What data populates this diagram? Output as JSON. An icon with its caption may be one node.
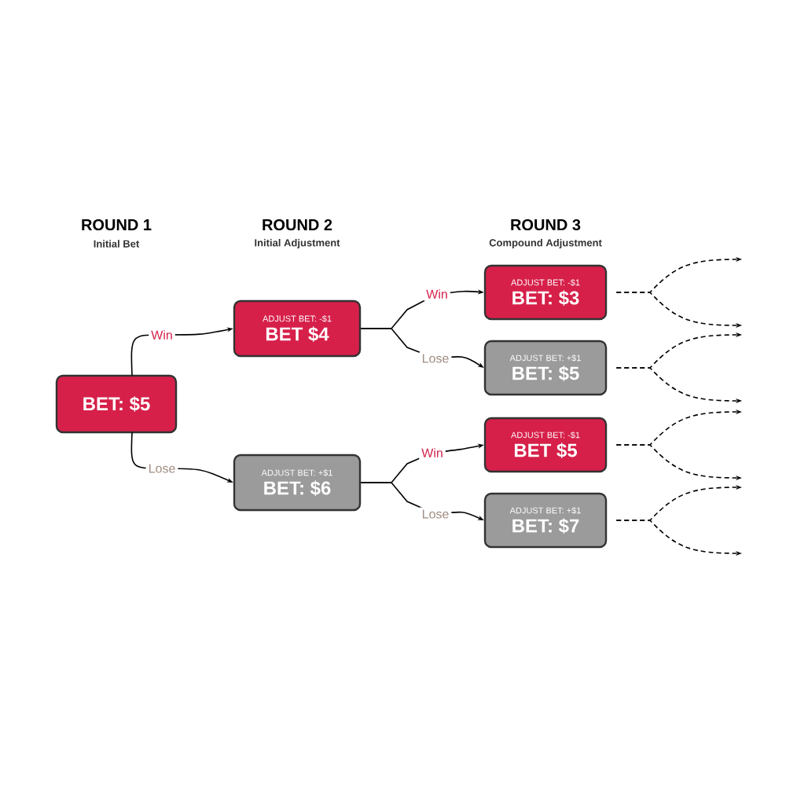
{
  "diagram": {
    "nodes": [
      {
        "text": [
          "BET: $5"
        ]
      },
      {
        "text": [
          "ADJUST BET: -$1",
          "BET $4"
        ]
      },
      {
        "text": [
          "ADJUST BET: +$1",
          "BET: $6"
        ]
      },
      {
        "text": [
          "ADJUST BET: -$1",
          "BET: $3"
        ]
      },
      {
        "text": [
          "ADJUST BET: +$1",
          "BET: $5"
        ]
      },
      {
        "text": [
          "ADJUST BET: -$1",
          "BET $5"
        ]
      },
      {
        "text": [
          "ADJUST BET: +$1",
          "BET: $7"
        ]
      }
    ],
    "edges": [
      {
        "from": 0,
        "to": 1,
        "arrow": "to",
        "label": "Win"
      },
      {
        "from": 0,
        "to": 2,
        "arrow": "to",
        "label": "Lose"
      },
      {
        "from": 1,
        "to": 3,
        "arrow": "to",
        "label": "Win"
      },
      {
        "from": 1,
        "to": 4,
        "arrow": "to",
        "label": "Lose"
      },
      {
        "from": 2,
        "to": 5,
        "arrow": "to",
        "label": "Win"
      },
      {
        "from": 2,
        "to": 6,
        "arrow": "to",
        "label": "Lose"
      },
      {
        "from": 3,
        "to": null,
        "arrow": "to",
        "style": "dashed"
      },
      {
        "from": 3,
        "to": null,
        "arrow": "to",
        "style": "dashed"
      },
      {
        "from": 4,
        "to": null,
        "arrow": "to",
        "style": "dashed"
      },
      {
        "from": 4,
        "to": null,
        "arrow": "to",
        "style": "dashed"
      },
      {
        "from": 5,
        "to": null,
        "arrow": "to",
        "style": "dashed"
      },
      {
        "from": 5,
        "to": null,
        "arrow": "to",
        "style": "dashed"
      },
      {
        "from": 6,
        "to": null,
        "arrow": "to",
        "style": "dashed"
      },
      {
        "from": 6,
        "to": null,
        "arrow": "to",
        "style": "dashed"
      }
    ],
    "labels": [
      "ROUND 1",
      "Initial Bet",
      "ROUND 2",
      "Initial Adjustment",
      "ROUND 3",
      "Compound Adjustment"
    ]
  }
}
